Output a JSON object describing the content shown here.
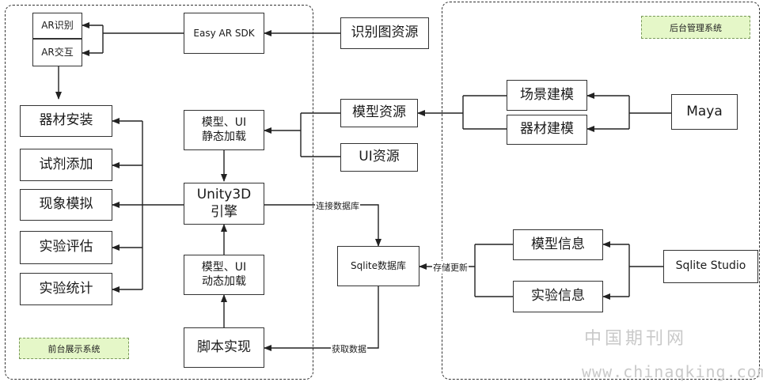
{
  "frontend": {
    "label": "前台展示系统"
  },
  "backend": {
    "label": "后台管理系统"
  },
  "nodes": {
    "ar_recognition": "AR识别",
    "ar_interaction": "AR交互",
    "easy_ar_sdk": "Easy AR SDK",
    "recognition_resource": "识别图资源",
    "equipment_install": "器材安装",
    "reagent_add": "试剂添加",
    "phenomenon_sim": "现象模拟",
    "experiment_eval": "实验评估",
    "experiment_stats": "实验统计",
    "static_load": "模型、UI\n静态加载",
    "unity_engine": "Unity3D\n引擎",
    "dynamic_load": "模型、UI\n动态加载",
    "script_impl": "脚本实现",
    "model_resource": "模型资源",
    "ui_resource": "UI资源",
    "sqlite_db": "Sqlite数据库",
    "scene_modeling": "场景建模",
    "equipment_modeling": "器材建模",
    "maya": "Maya",
    "model_info": "模型信息",
    "experiment_info": "实验信息",
    "sqlite_studio": "Sqlite Studio"
  },
  "edges": {
    "connect_db": "连接数据库",
    "store_update": "存储更新",
    "fetch_data": "获取数据"
  },
  "watermark": {
    "cn": "中国期刊网",
    "url": "www.chinaqking.com"
  }
}
